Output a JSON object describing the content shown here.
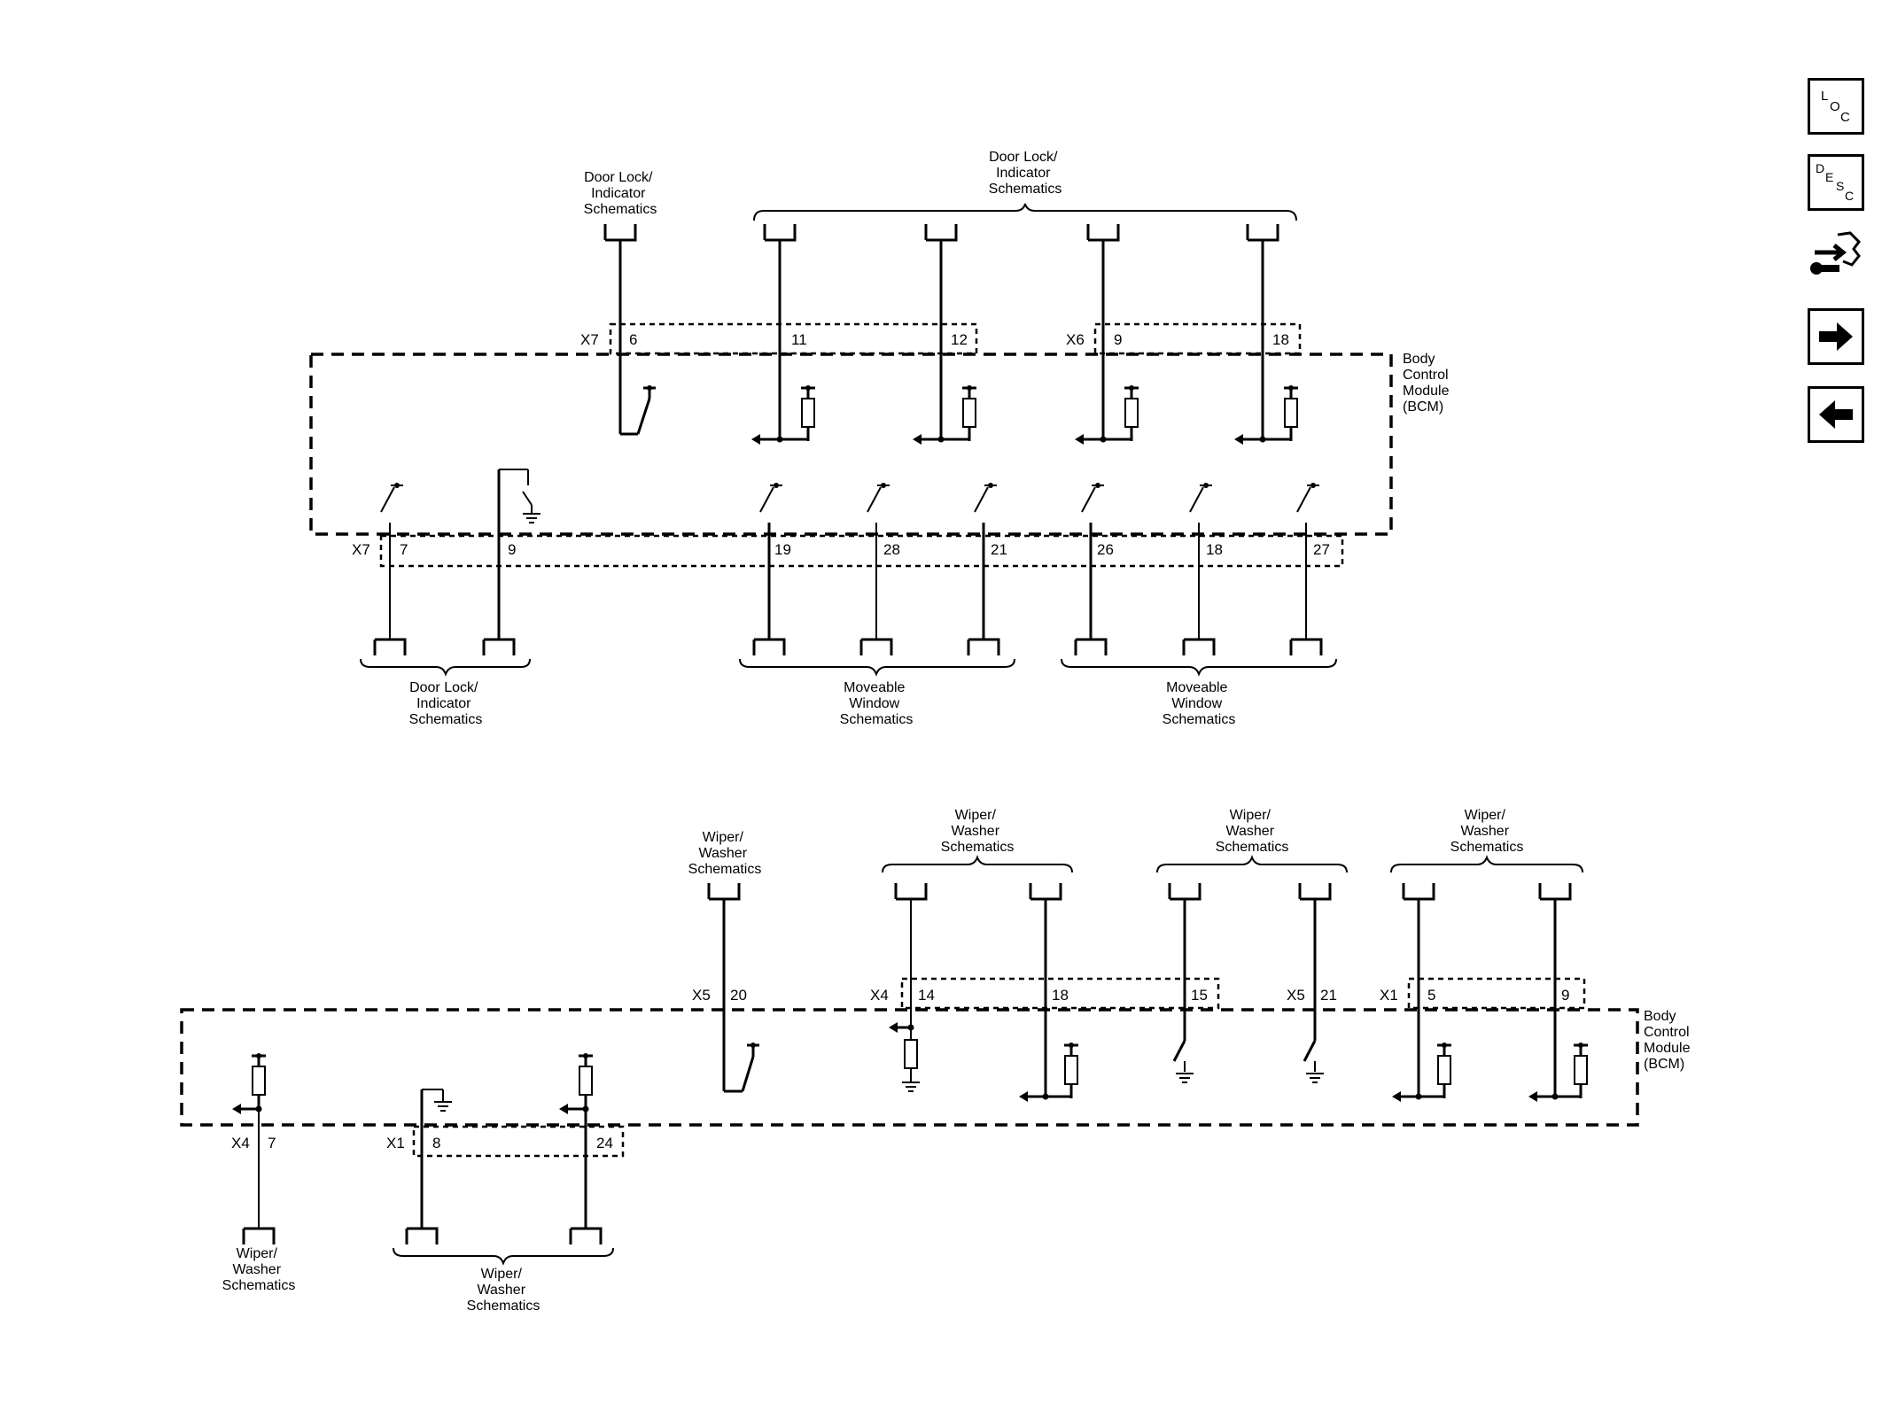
{
  "diagram": {
    "upper": {
      "module_label": [
        "Body",
        "Control",
        "Module",
        "(BCM)"
      ],
      "top_groups": [
        {
          "label": [
            "Door Lock/",
            "Indicator",
            "Schematics"
          ]
        },
        {
          "label": [
            "Door Lock/",
            "Indicator",
            "Schematics"
          ]
        }
      ],
      "top_connectors": [
        {
          "name": "X7",
          "pins": [
            "6",
            "11",
            "12"
          ]
        },
        {
          "name": "X6",
          "pins": [
            "9",
            "18"
          ]
        }
      ],
      "bottom_connector": {
        "name": "X7",
        "pins": [
          "7",
          "9",
          "19",
          "28",
          "21",
          "26",
          "18",
          "27"
        ]
      },
      "bottom_groups": [
        {
          "label": [
            "Door Lock/",
            "Indicator",
            "Schematics"
          ]
        },
        {
          "label": [
            "Moveable",
            "Window",
            "Schematics"
          ]
        },
        {
          "label": [
            "Moveable",
            "Window",
            "Schematics"
          ]
        }
      ]
    },
    "lower": {
      "module_label": [
        "Body",
        "Control",
        "Module",
        "(BCM)"
      ],
      "top_groups": [
        {
          "label": [
            "Wiper/",
            "Washer",
            "Schematics"
          ]
        },
        {
          "label": [
            "Wiper/",
            "Washer",
            "Schematics"
          ]
        },
        {
          "label": [
            "Wiper/",
            "Washer",
            "Schematics"
          ]
        },
        {
          "label": [
            "Wiper/",
            "Washer",
            "Schematics"
          ]
        }
      ],
      "top_connectors": [
        {
          "name": "X5",
          "pins": [
            "20"
          ]
        },
        {
          "name": "X4",
          "pins": [
            "14",
            "18",
            "15"
          ]
        },
        {
          "name": "X5",
          "pins": [
            "21"
          ]
        },
        {
          "name": "X1",
          "pins": [
            "5",
            "9"
          ]
        }
      ],
      "bottom_connectors": [
        {
          "name": "X4",
          "pins": [
            "7"
          ]
        },
        {
          "name": "X1",
          "pins": [
            "8",
            "24"
          ]
        }
      ],
      "bottom_groups": [
        {
          "label": [
            "Wiper/",
            "Washer",
            "Schematics"
          ]
        },
        {
          "label": [
            "Wiper/",
            "Washer",
            "Schematics"
          ]
        }
      ]
    }
  },
  "nav": {
    "loc": {
      "icon": "loc-icon",
      "letters": [
        "L",
        "O",
        "C"
      ]
    },
    "desc": {
      "icon": "desc-icon",
      "letters": [
        "D",
        "E",
        "S",
        "C"
      ]
    },
    "connector": {
      "icon": "connector-wrench-icon"
    },
    "next": {
      "icon": "arrow-right-icon"
    },
    "prev": {
      "icon": "arrow-left-icon"
    }
  }
}
